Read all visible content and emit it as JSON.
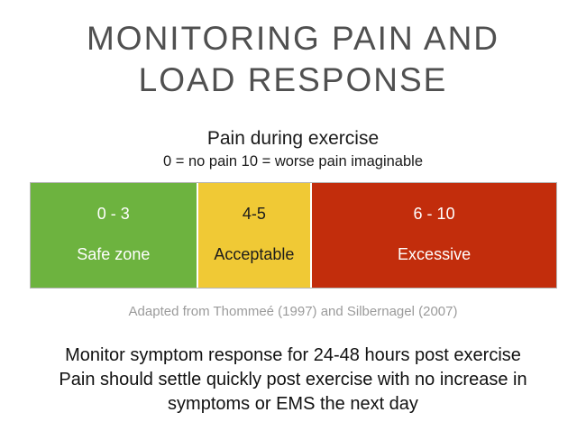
{
  "title": {
    "line1": "MONITORING PAIN AND",
    "line2": "LOAD RESPONSE"
  },
  "subtitle": "Pain during exercise",
  "scale_note": "0 = no pain 10 = worse pain imaginable",
  "zones": [
    {
      "range": "0 - 3",
      "label": "Safe zone",
      "color": "#6db33f",
      "text_color": "#ffffff",
      "width_pct": 31.5
    },
    {
      "range": "4-5",
      "label": "Acceptable",
      "color": "#f0c935",
      "text_color": "#1c1c1c",
      "width_pct": 21.7
    },
    {
      "range": "6 - 10",
      "label": "Excessive",
      "color": "#c22d0c",
      "text_color": "#ffffff",
      "width_pct": 46.8
    }
  ],
  "citation": "Adapted from Thommeé (1997) and Silbernagel (2007)",
  "footer": {
    "line1": "Monitor symptom response for 24-48 hours post exercise",
    "line2": "Pain should settle quickly post exercise with no increase in",
    "line3": "symptoms or EMS the next day"
  }
}
